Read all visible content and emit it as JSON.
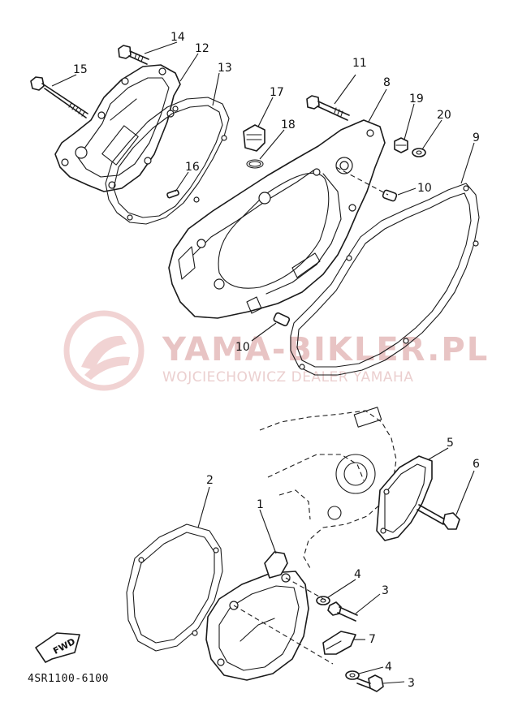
{
  "diagram_code": "4SR1100-6100",
  "fwd_label": "FWD",
  "watermark": {
    "title": "YAMA-BIKLER.PL",
    "subtitle": "WOJCIECHOWICZ DEALER YAMAHA",
    "color": "#e8c4c4"
  },
  "callouts": {
    "c1": "1",
    "c2": "2",
    "c3a": "3",
    "c3b": "3",
    "c4a": "4",
    "c4b": "4",
    "c5": "5",
    "c6": "6",
    "c7": "7",
    "c8": "8",
    "c9": "9",
    "c10a": "10",
    "c10b": "10",
    "c11": "11",
    "c12": "12",
    "c13": "13",
    "c14": "14",
    "c15": "15",
    "c16": "16",
    "c17": "17",
    "c18": "18",
    "c19": "19",
    "c20": "20"
  }
}
